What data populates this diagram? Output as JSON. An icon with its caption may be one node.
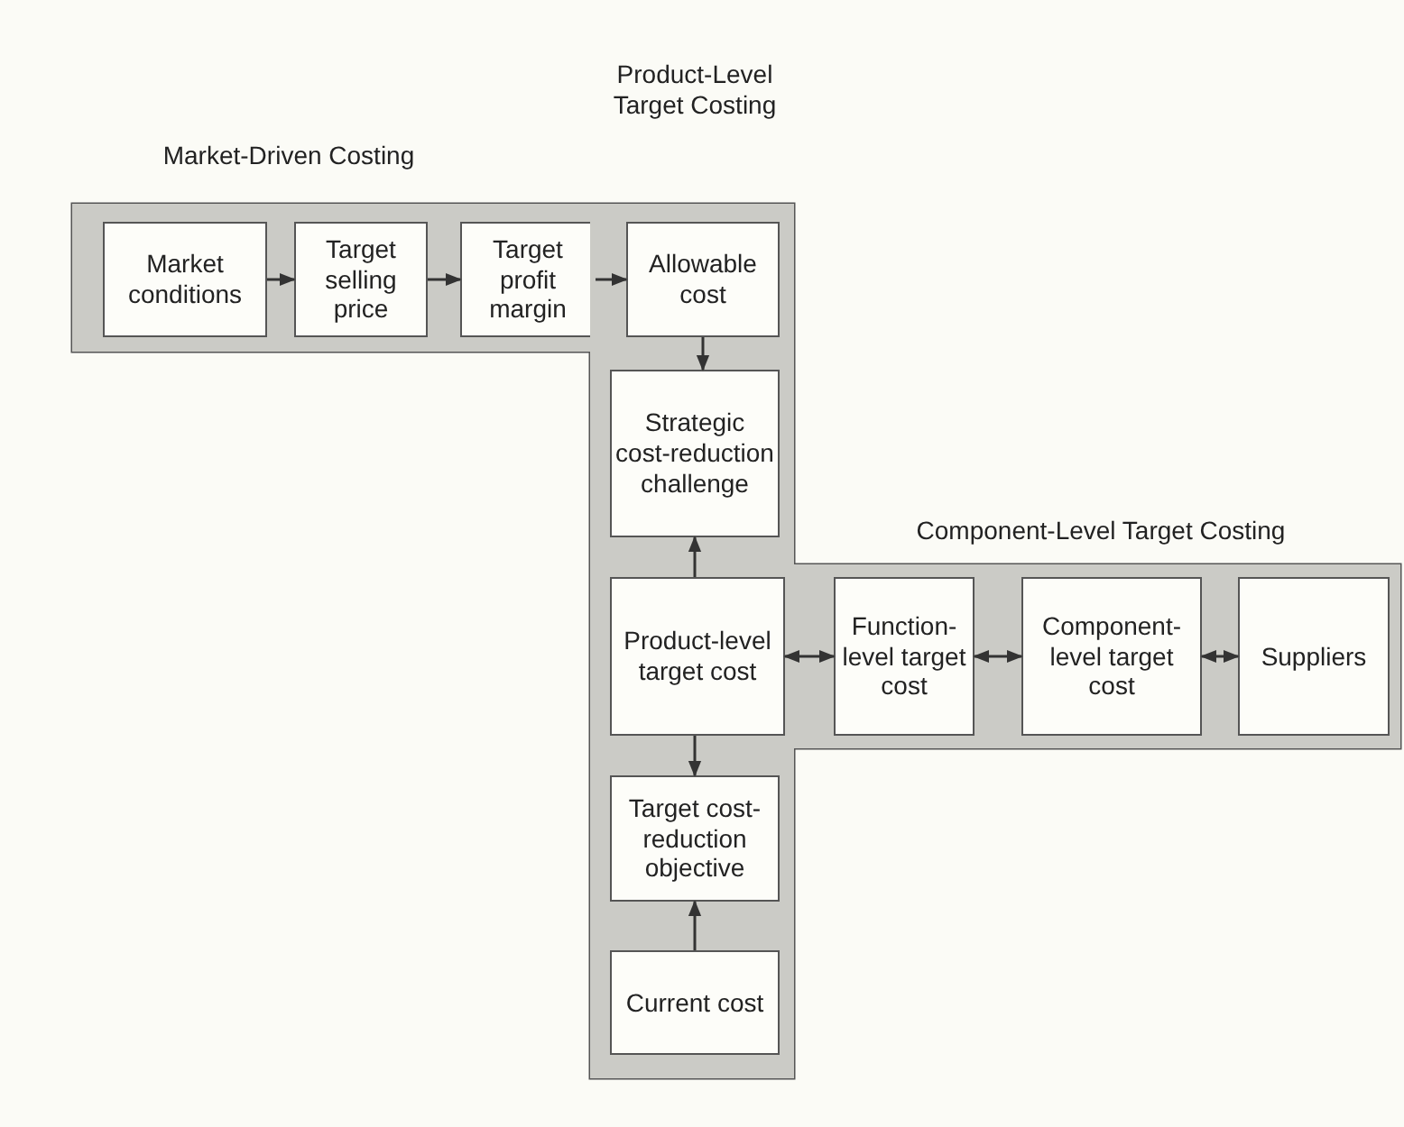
{
  "diagram": {
    "nodes": [
      {
        "text": [
          "Market-Driven Costing"
        ]
      },
      {
        "text": [
          "Market conditions"
        ],
        "in": 0
      },
      {
        "text": [
          "Target selling price"
        ],
        "in": 0
      },
      {
        "text": [
          "Target profit margin"
        ],
        "in": 0
      },
      {
        "text": [
          "Product-Level Target Costing"
        ]
      },
      {
        "text": [
          "Allowable cost"
        ],
        "in": 4
      },
      {
        "text": [
          "Strategic cost-reduction challenge"
        ],
        "in": 4
      },
      {
        "text": [
          "Component-Level Target Costing"
        ]
      },
      {
        "text": [
          "Product-level target cost"
        ],
        "in": 4
      },
      {
        "text": [
          "Function-level target cost"
        ],
        "in": 7
      },
      {
        "text": [
          "Component-level target cost"
        ],
        "in": 7
      },
      {
        "text": [
          "Suppliers"
        ],
        "in": 7
      },
      {
        "text": [
          "Target cost-reduction objective"
        ],
        "in": 4
      },
      {
        "text": [
          "Current cost"
        ],
        "in": 4
      }
    ],
    "edges": [
      {
        "from": 1,
        "to": 2,
        "arrow": "to"
      },
      {
        "from": 2,
        "to": 3,
        "arrow": "to"
      },
      {
        "from": 3,
        "to": 5,
        "arrow": "to"
      },
      {
        "from": 5,
        "to": 6,
        "arrow": "to"
      },
      {
        "from": 8,
        "to": 6,
        "arrow": "to"
      },
      {
        "from": 8,
        "to": 9,
        "arrow": "both"
      },
      {
        "from": 9,
        "to": 10,
        "arrow": "both"
      },
      {
        "from": 10,
        "to": 11,
        "arrow": "both"
      },
      {
        "from": 8,
        "to": 12,
        "arrow": "to"
      },
      {
        "from": 13,
        "to": 12,
        "arrow": "to"
      }
    ]
  }
}
